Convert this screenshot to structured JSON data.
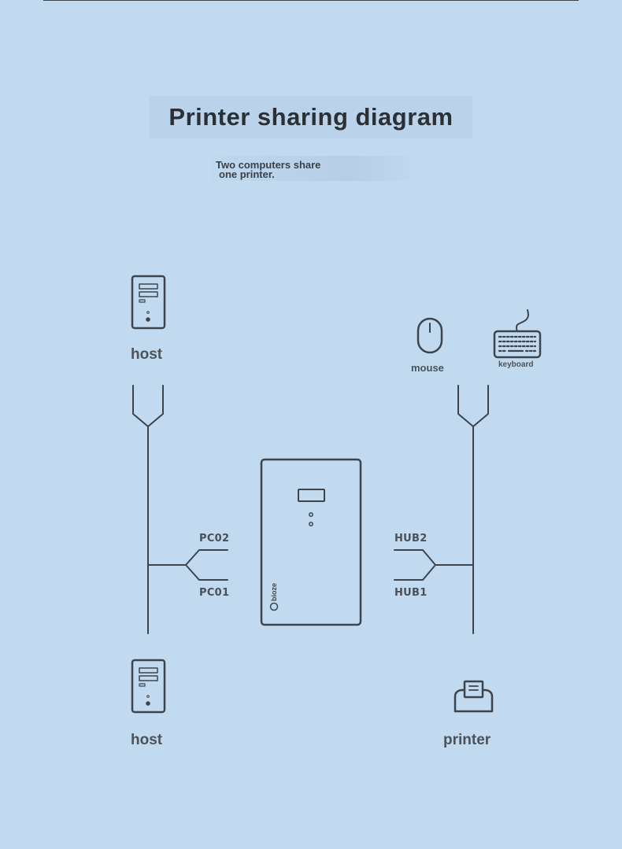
{
  "title": "Printer sharing diagram",
  "subtitle": {
    "line1": "Two computers share",
    "line2": "one printer."
  },
  "nodes": {
    "host_top": "host",
    "host_bottom": "host",
    "mouse": "mouse",
    "keyboard": "keyboard",
    "printer": "printer"
  },
  "ports": {
    "pc02": "PC02",
    "pc01": "PC01",
    "hub2": "HUB2",
    "hub1": "HUB1"
  },
  "device": {
    "brand": "bioze"
  },
  "colors": {
    "background": "#c2daf0",
    "stroke": "#3d444c",
    "text": "#2b3036"
  },
  "icons": [
    "desktop-tower-icon",
    "mouse-icon",
    "keyboard-icon",
    "printer-icon",
    "kvm-switch-icon"
  ]
}
